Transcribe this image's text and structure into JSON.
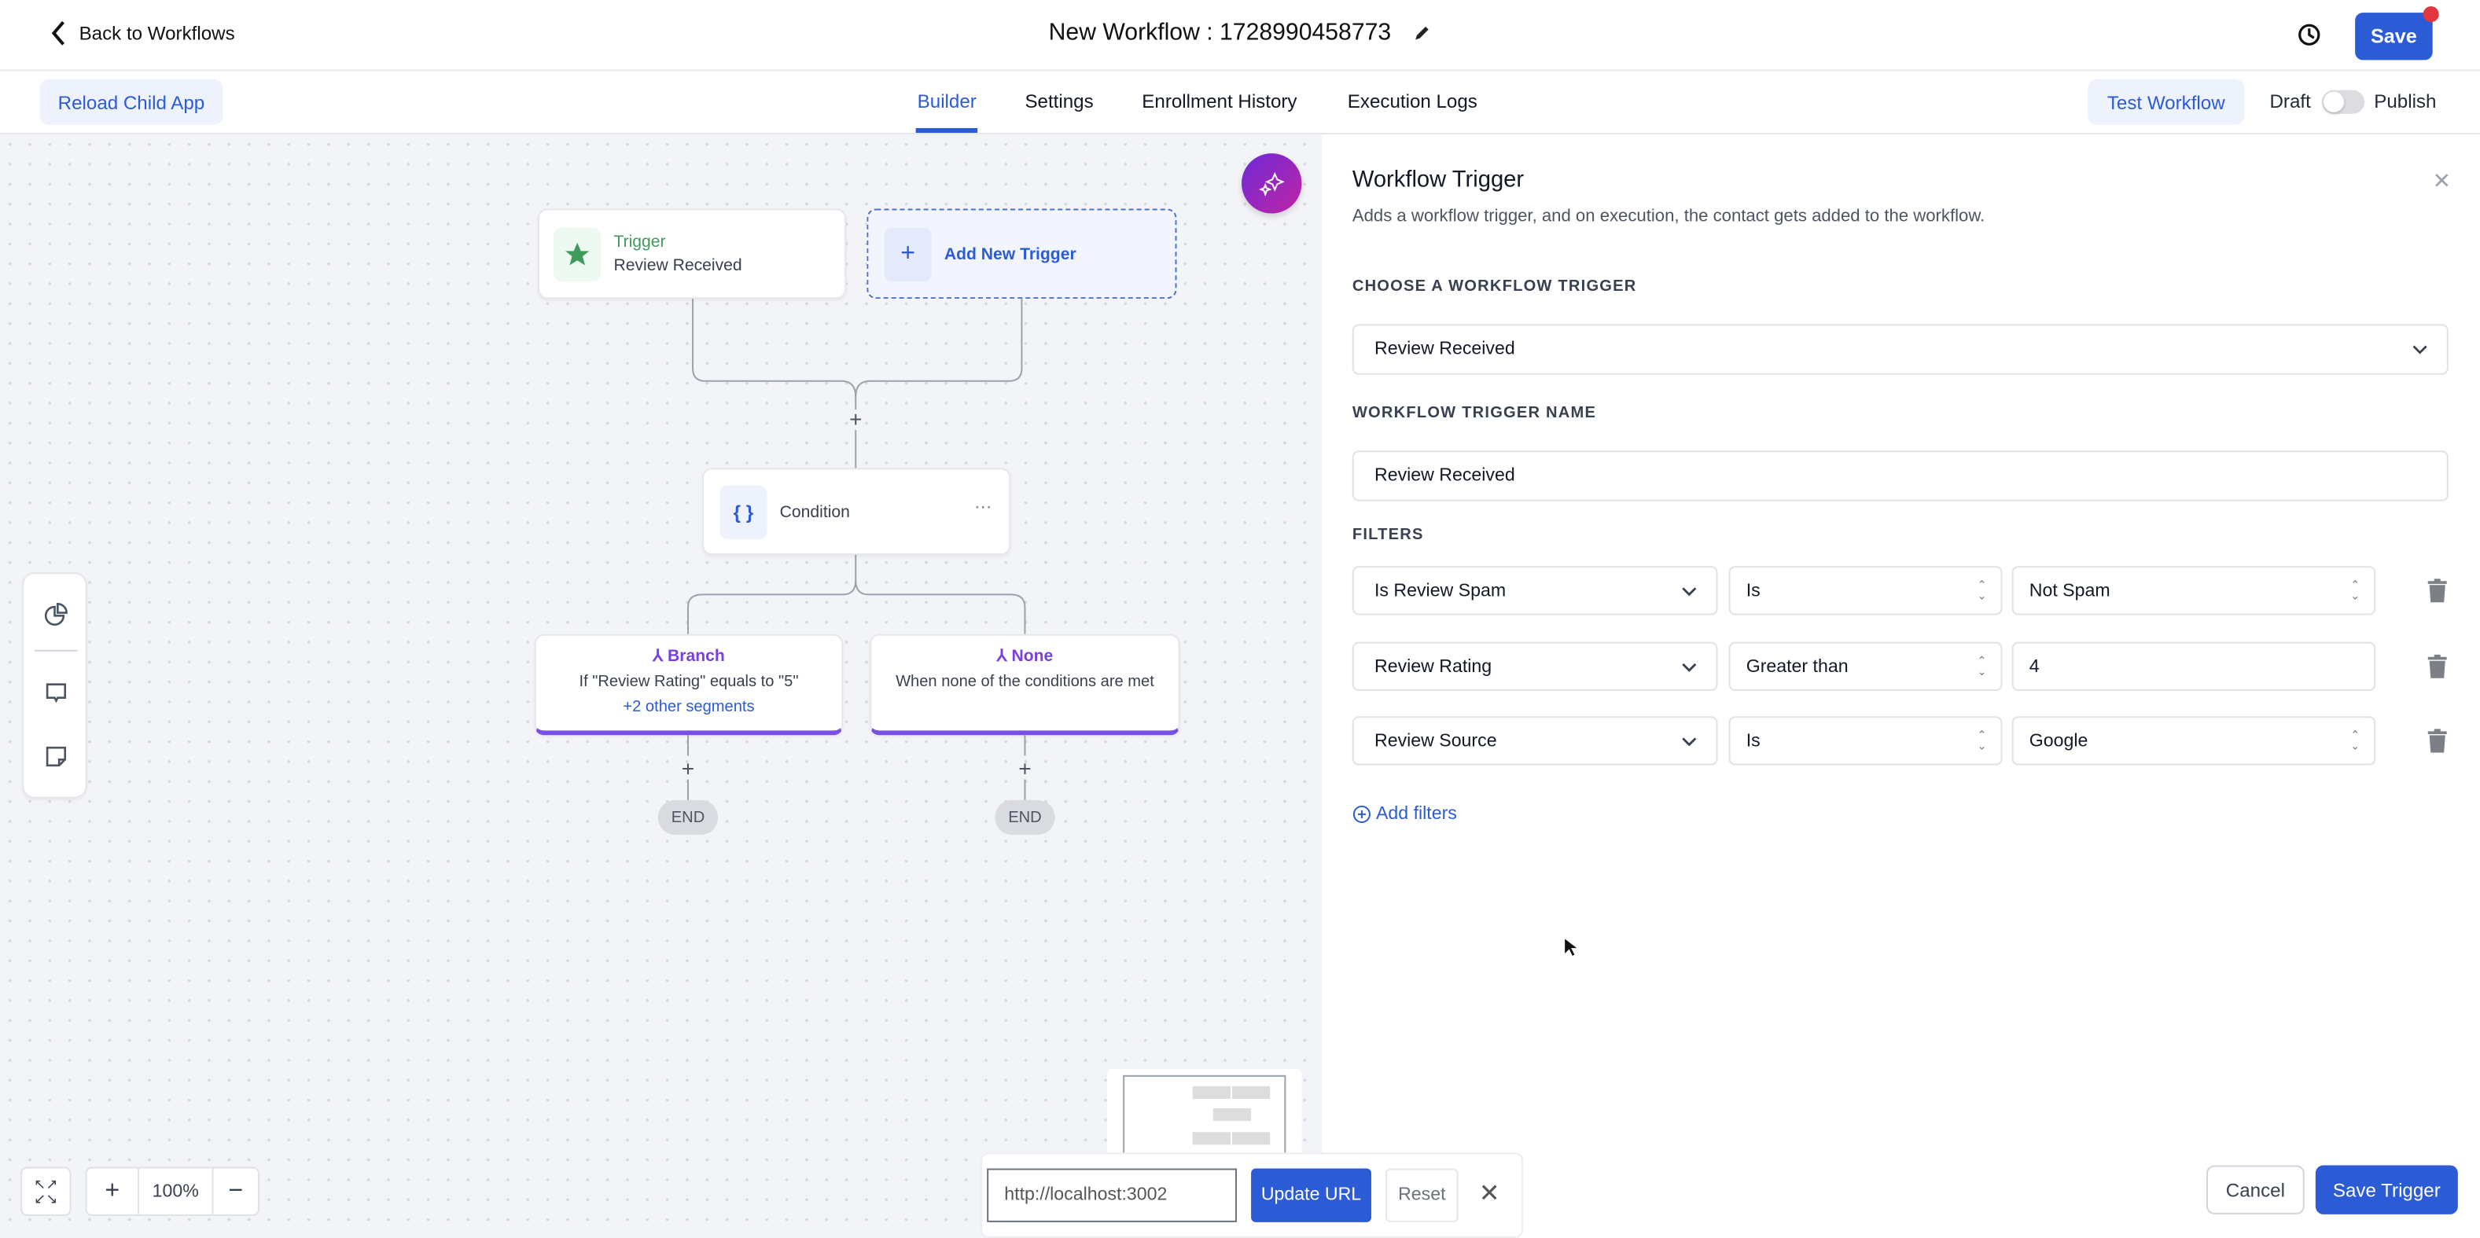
{
  "header": {
    "back_label": "Back to Workflows",
    "title": "New Workflow : 1728990458773",
    "save_label": "Save"
  },
  "subbar": {
    "reload_label": "Reload Child App",
    "tabs": [
      {
        "label": "Builder",
        "active": true
      },
      {
        "label": "Settings"
      },
      {
        "label": "Enrollment History"
      },
      {
        "label": "Execution Logs"
      }
    ],
    "test_label": "Test Workflow",
    "draft_label": "Draft",
    "publish_label": "Publish",
    "published": false
  },
  "canvas": {
    "trigger": {
      "title": "Trigger",
      "name": "Review Received"
    },
    "add_trigger_label": "Add New Trigger",
    "condition_label": "Condition",
    "branches": [
      {
        "title": "Branch",
        "desc": "If \"Review Rating\" equals to \"5\"",
        "more": "+2 other segments"
      },
      {
        "title": "None",
        "desc": "When none of the conditions are met"
      }
    ],
    "end_label": "END",
    "zoom": "100%"
  },
  "url_bar": {
    "url": "http://localhost:3002",
    "update_label": "Update URL",
    "reset_label": "Reset"
  },
  "panel": {
    "title": "Workflow Trigger",
    "subtitle": "Adds a workflow trigger, and on execution, the contact gets added to the workflow.",
    "choose_label": "CHOOSE A WORKFLOW TRIGGER",
    "trigger_value": "Review Received",
    "name_label": "WORKFLOW TRIGGER NAME",
    "name_value": "Review Received",
    "filters_label": "FILTERS",
    "filters": [
      {
        "field": "Is Review Spam",
        "operator": "Is",
        "value": "Not Spam"
      },
      {
        "field": "Review Rating",
        "operator": "Greater than",
        "value": "4"
      },
      {
        "field": "Review Source",
        "operator": "Is",
        "value": "Google"
      }
    ],
    "add_filters_label": "Add filters",
    "cancel_label": "Cancel",
    "save_trigger_label": "Save Trigger"
  },
  "colors": {
    "primary": "#2c5bd6",
    "trigger_green": "#3f9a5c",
    "branch_purple": "#7a3fe0",
    "notify_red": "#e0383e"
  }
}
